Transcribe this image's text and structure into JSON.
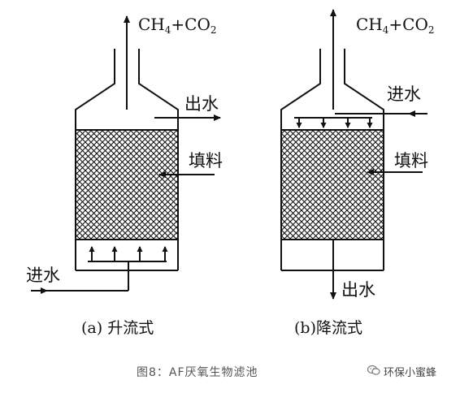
{
  "labels": {
    "gas_left_main": "CH",
    "gas_left_sub1": "4",
    "gas_left_mid": "+CO",
    "gas_left_sub2": "2",
    "gas_right_main": "CH",
    "gas_right_sub1": "4",
    "gas_right_mid": "+CO",
    "gas_right_sub2": "2",
    "outlet_left": "出水",
    "packing_left": "填料",
    "inlet_left": "进水",
    "inlet_right": "进水",
    "packing_right": "填料",
    "outlet_right": "出水"
  },
  "captions": {
    "a": "(a) 升流式",
    "b": "(b)降流式"
  },
  "footer": {
    "figure_caption": "图8：AF厌氧生物滤池",
    "brand": "环保小蜜蜂"
  },
  "icons": {
    "brand_icon": "wechat-icon"
  },
  "colors": {
    "line": "#111111",
    "caption_text": "#555555"
  }
}
